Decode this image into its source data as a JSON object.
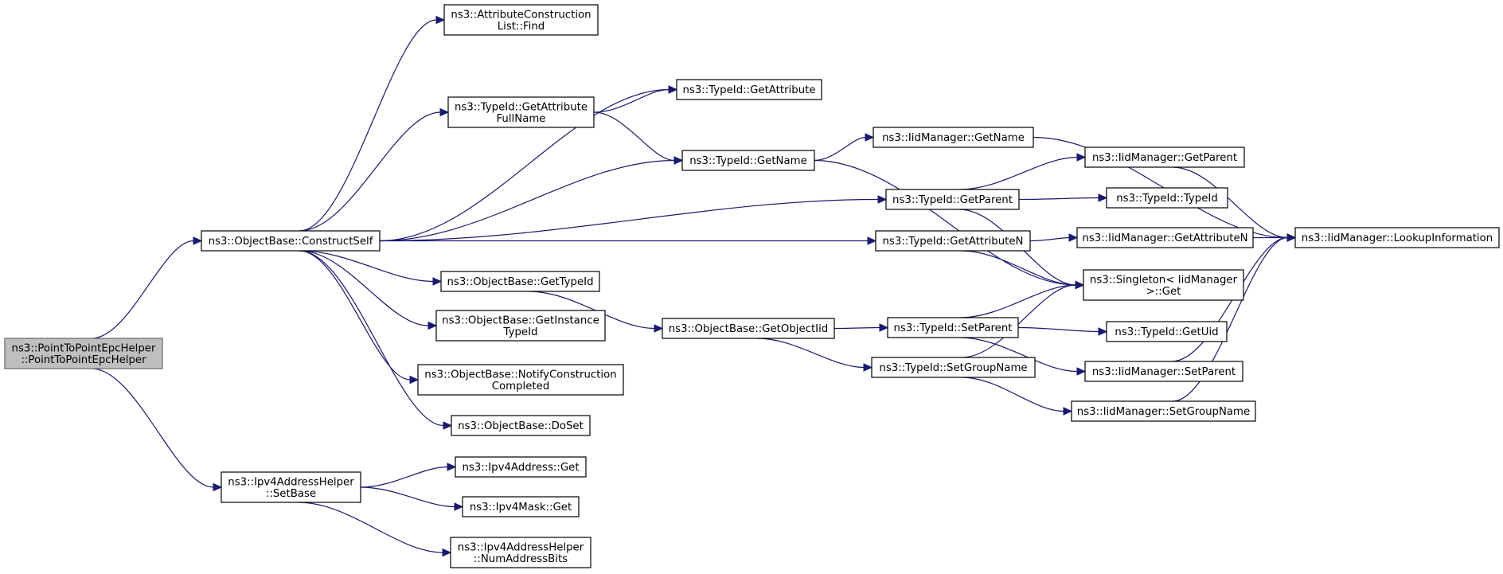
{
  "diagram": {
    "type": "call-graph",
    "colors": {
      "edge": "#191970",
      "root_fill": "#bfbfbf",
      "node_fill": "#ffffff",
      "border": "#000000"
    },
    "nodes": [
      {
        "id": "root",
        "lines": [
          "ns3::PointToPointEpcHelper",
          "::PointToPointEpcHelper"
        ],
        "root": true
      },
      {
        "id": "construct",
        "lines": [
          "ns3::ObjectBase::ConstructSelf"
        ]
      },
      {
        "id": "setbase",
        "lines": [
          "ns3::Ipv4AddressHelper",
          "::SetBase"
        ]
      },
      {
        "id": "acl_find",
        "lines": [
          "ns3::AttributeConstruction",
          "List::Find"
        ]
      },
      {
        "id": "getattr",
        "lines": [
          "ns3::TypeId::GetAttribute"
        ]
      },
      {
        "id": "getattrfull",
        "lines": [
          "ns3::TypeId::GetAttribute",
          "FullName"
        ]
      },
      {
        "id": "getname",
        "lines": [
          "ns3::TypeId::GetName"
        ]
      },
      {
        "id": "iid_getname",
        "lines": [
          "ns3::IidManager::GetName"
        ]
      },
      {
        "id": "getparent",
        "lines": [
          "ns3::TypeId::GetParent"
        ]
      },
      {
        "id": "iid_getparent",
        "lines": [
          "ns3::IidManager::GetParent"
        ]
      },
      {
        "id": "typeid_typeid",
        "lines": [
          "ns3::TypeId::TypeId"
        ]
      },
      {
        "id": "getattrn",
        "lines": [
          "ns3::TypeId::GetAttributeN"
        ]
      },
      {
        "id": "iid_getattrn",
        "lines": [
          "ns3::IidManager::GetAttributeN"
        ]
      },
      {
        "id": "lookup",
        "lines": [
          "ns3::IidManager::LookupInformation"
        ]
      },
      {
        "id": "singleton",
        "lines": [
          "ns3::Singleton< IidManager",
          ">::Get"
        ]
      },
      {
        "id": "gettypeid",
        "lines": [
          "ns3::ObjectBase::GetTypeId"
        ]
      },
      {
        "id": "getobjectiid",
        "lines": [
          "ns3::ObjectBase::GetObjectIid"
        ]
      },
      {
        "id": "getinstancetypeid",
        "lines": [
          "ns3::ObjectBase::GetInstance",
          "TypeId"
        ]
      },
      {
        "id": "setparent",
        "lines": [
          "ns3::TypeId::SetParent"
        ]
      },
      {
        "id": "getuid",
        "lines": [
          "ns3::TypeId::GetUid"
        ]
      },
      {
        "id": "notifyconstruction",
        "lines": [
          "ns3::ObjectBase::NotifyConstruction",
          "Completed"
        ]
      },
      {
        "id": "setgroupname",
        "lines": [
          "ns3::TypeId::SetGroupName"
        ]
      },
      {
        "id": "iid_setparent",
        "lines": [
          "ns3::IidManager::SetParent"
        ]
      },
      {
        "id": "doset",
        "lines": [
          "ns3::ObjectBase::DoSet"
        ]
      },
      {
        "id": "iid_setgroupname",
        "lines": [
          "ns3::IidManager::SetGroupName"
        ]
      },
      {
        "id": "ipv4addr_get",
        "lines": [
          "ns3::Ipv4Address::Get"
        ]
      },
      {
        "id": "ipv4mask_get",
        "lines": [
          "ns3::Ipv4Mask::Get"
        ]
      },
      {
        "id": "numaddressbits",
        "lines": [
          "ns3::Ipv4AddressHelper",
          "::NumAddressBits"
        ]
      }
    ],
    "edges": [
      [
        "root",
        "construct"
      ],
      [
        "root",
        "setbase"
      ],
      [
        "construct",
        "acl_find"
      ],
      [
        "construct",
        "getattr"
      ],
      [
        "construct",
        "getattrfull"
      ],
      [
        "construct",
        "getname"
      ],
      [
        "construct",
        "getparent"
      ],
      [
        "construct",
        "getattrn"
      ],
      [
        "construct",
        "gettypeid"
      ],
      [
        "construct",
        "getinstancetypeid"
      ],
      [
        "construct",
        "notifyconstruction"
      ],
      [
        "construct",
        "doset"
      ],
      [
        "getattrfull",
        "getattr"
      ],
      [
        "getattrfull",
        "getname"
      ],
      [
        "getname",
        "iid_getname"
      ],
      [
        "getname",
        "singleton"
      ],
      [
        "iid_getname",
        "lookup"
      ],
      [
        "getparent",
        "iid_getparent"
      ],
      [
        "getparent",
        "typeid_typeid"
      ],
      [
        "getparent",
        "singleton"
      ],
      [
        "iid_getparent",
        "lookup"
      ],
      [
        "getattrn",
        "iid_getattrn"
      ],
      [
        "getattrn",
        "singleton"
      ],
      [
        "iid_getattrn",
        "lookup"
      ],
      [
        "gettypeid",
        "getobjectiid"
      ],
      [
        "getobjectiid",
        "setparent"
      ],
      [
        "getobjectiid",
        "setgroupname"
      ],
      [
        "setparent",
        "singleton"
      ],
      [
        "setparent",
        "getuid"
      ],
      [
        "setparent",
        "iid_setparent"
      ],
      [
        "setgroupname",
        "singleton"
      ],
      [
        "setgroupname",
        "iid_setgroupname"
      ],
      [
        "iid_setparent",
        "lookup"
      ],
      [
        "iid_setgroupname",
        "lookup"
      ],
      [
        "setbase",
        "ipv4addr_get"
      ],
      [
        "setbase",
        "ipv4mask_get"
      ],
      [
        "setbase",
        "numaddressbits"
      ]
    ]
  }
}
